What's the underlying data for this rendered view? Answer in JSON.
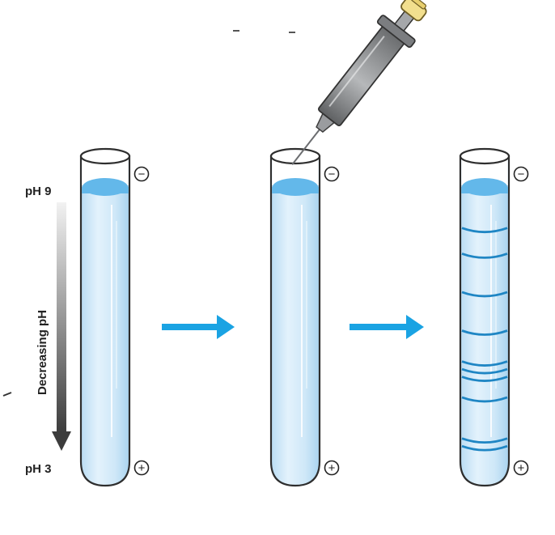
{
  "labels": {
    "ph_top": "pH 9",
    "ph_bottom": "pH 3",
    "gradient": "Decreasing pH"
  },
  "electrodes": {
    "negative": "−",
    "positive": "+"
  },
  "colors": {
    "gel": "#cfe8f8",
    "gel_top": "#63b8ea",
    "band": "#1f86c4",
    "arrow": "#1aa3e3",
    "syringe": "#8e9093",
    "plunger": "#f2df8e"
  },
  "icons": {
    "syringe": "syringe-icon",
    "arrow": "right-arrow-icon"
  },
  "stages": [
    {
      "name": "gel-before-loading",
      "bands": []
    },
    {
      "name": "gel-sample-loaded",
      "bands": []
    },
    {
      "name": "gel-after-focusing",
      "bands": [
        0.1,
        0.2,
        0.35,
        0.5,
        0.62,
        0.65,
        0.68,
        0.76,
        0.92,
        0.95
      ]
    }
  ]
}
